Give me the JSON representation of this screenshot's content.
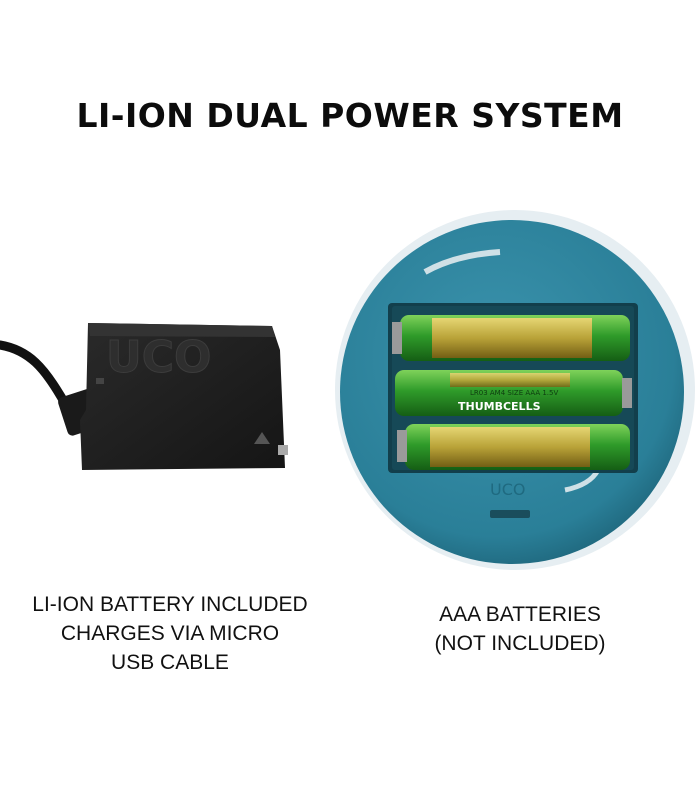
{
  "title": "LI-ION DUAL POWER SYSTEM",
  "left_caption": [
    "LI-ION BATTERY INCLUDED",
    "CHARGES VIA MICRO",
    "USB CABLE"
  ],
  "right_caption": [
    "AAA BATTERIES",
    "(NOT INCLUDED)"
  ],
  "battery_pack": {
    "logo": "UCO"
  },
  "aaa_cells": [
    {
      "brand": "",
      "spec": ""
    },
    {
      "brand": "THUMBCELLS",
      "spec": "LR03 AM4 SIZE AAA 1.5V"
    },
    {
      "brand": "",
      "spec": ""
    }
  ],
  "colors": {
    "housing_teal": "#2a7f98",
    "housing_dark": "#1d6378",
    "pack_black": "#1e1e1e",
    "cell_green": "#2f9b2a",
    "cell_gold": "#c9a43a"
  }
}
